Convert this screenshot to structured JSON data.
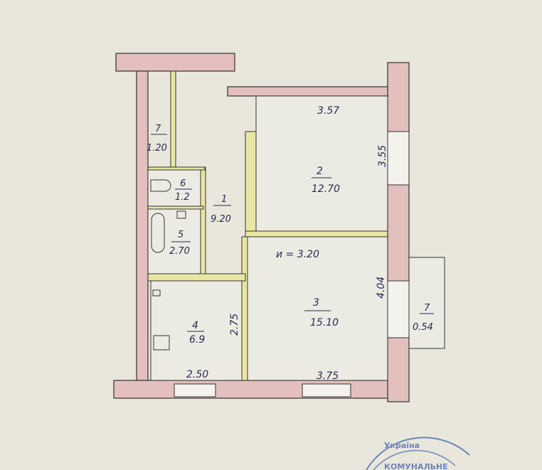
{
  "plan": {
    "ceiling_height": "и = 3.20",
    "rooms": [
      {
        "number": "1",
        "area": "9.20"
      },
      {
        "number": "2",
        "area": "12.70"
      },
      {
        "number": "3",
        "area": "15.10"
      },
      {
        "number": "4",
        "area": "6.9"
      },
      {
        "number": "5",
        "area": "2.70"
      },
      {
        "number": "6",
        "area": "1.2"
      },
      {
        "number": "7",
        "area": "1.20"
      },
      {
        "number": "7",
        "area": "0.54"
      }
    ],
    "dimensions": {
      "room2_width": "3.57",
      "room2_depth": "3.55",
      "room3_depth": "4.04",
      "room3_width": "3.75",
      "room4_depth": "2.75",
      "room4_width": "2.50"
    },
    "colors": {
      "wall": "#e3bfbd",
      "partition": "#e8e6a0",
      "ink": "#2a2a55",
      "paper": "#e9e7dc",
      "stamp": "#6e86b8"
    }
  },
  "stamp": {
    "line1": "Україна",
    "line2": "КОМУНАЛЬНЕ"
  }
}
